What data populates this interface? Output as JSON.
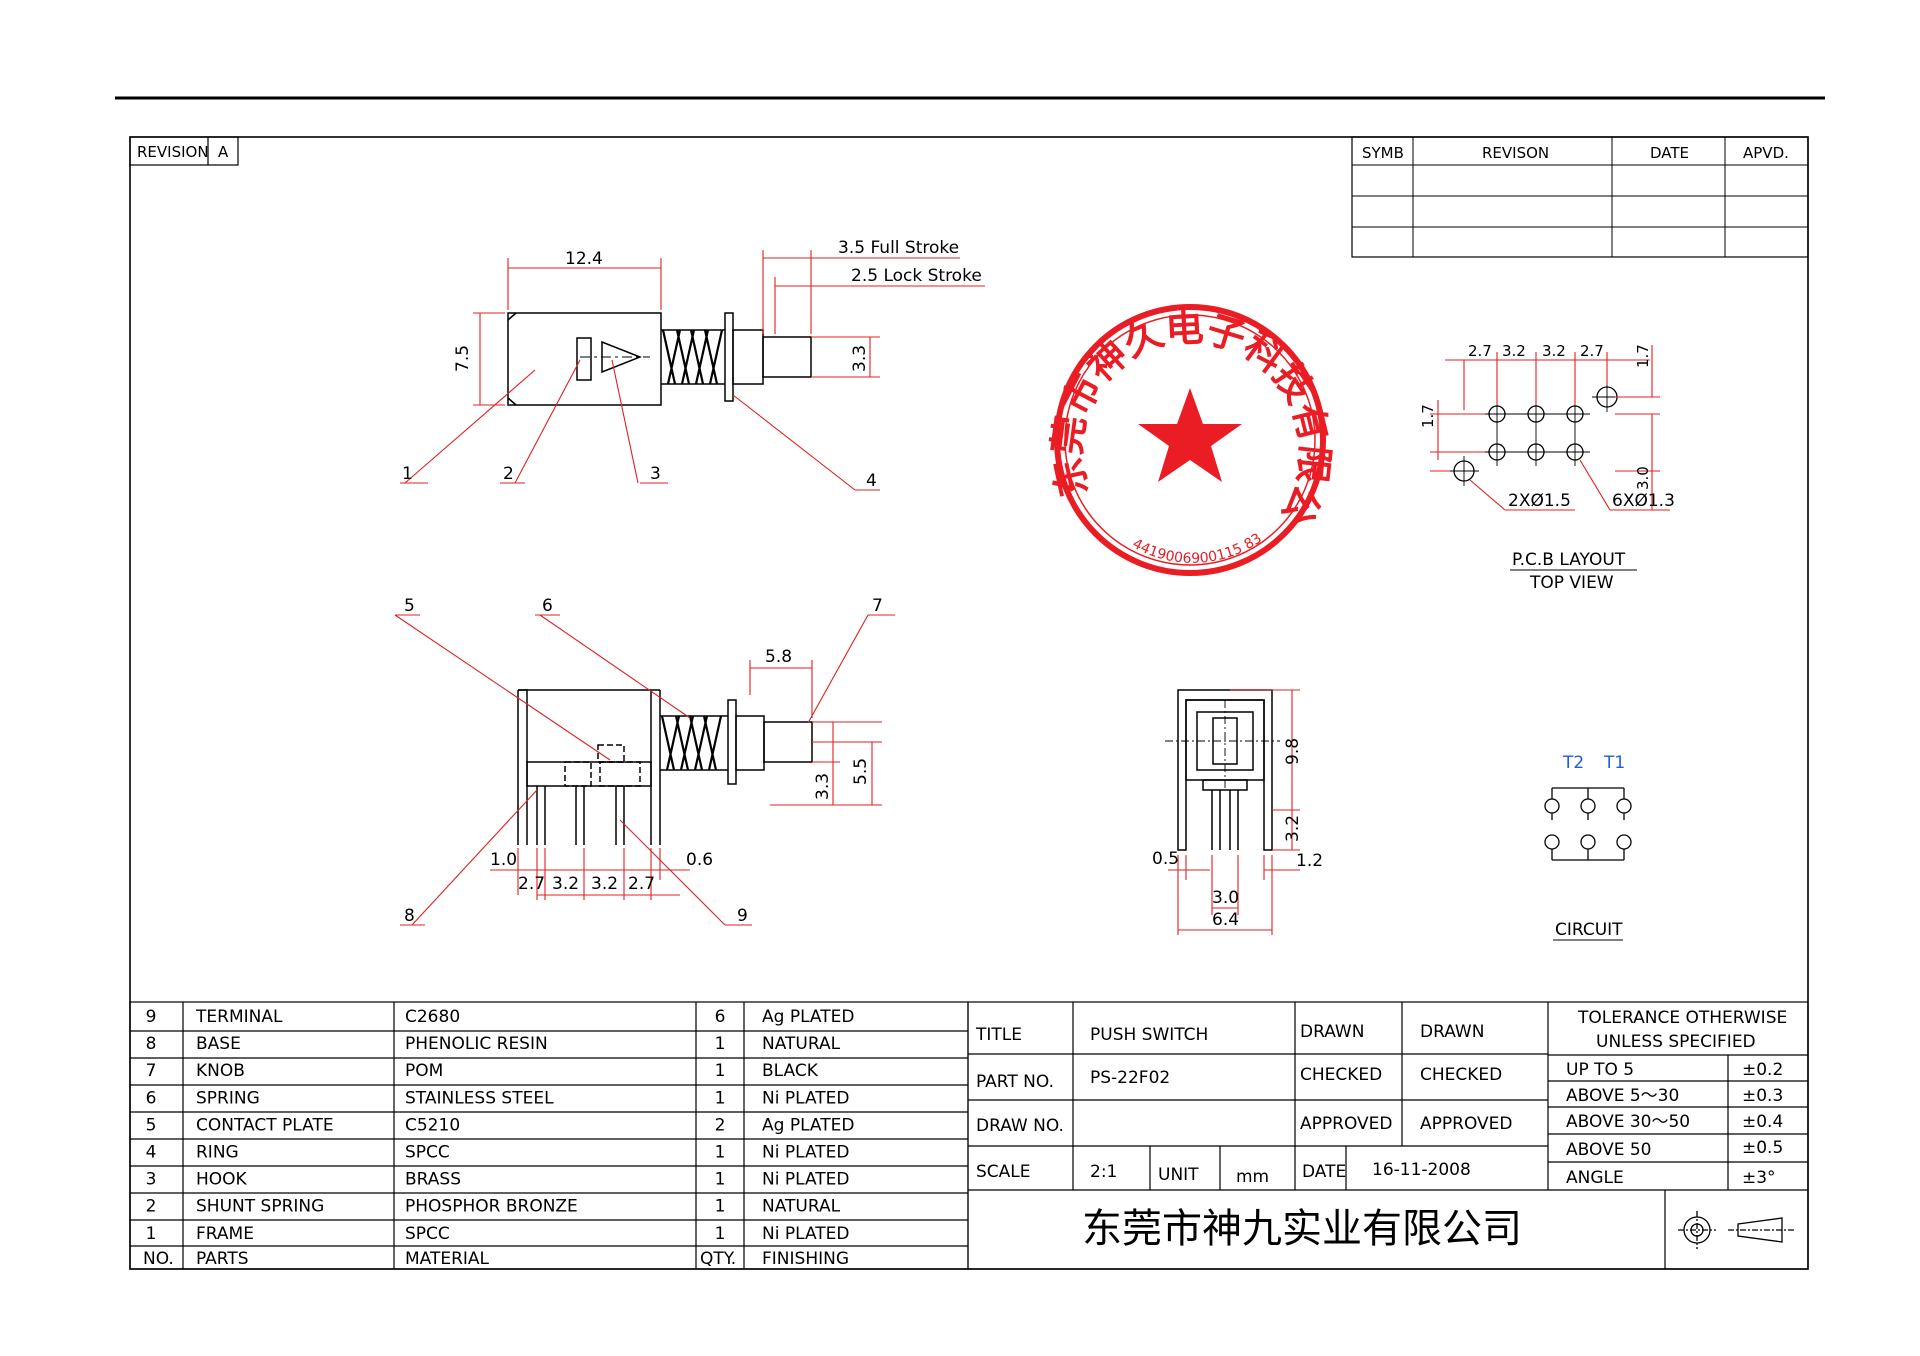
{
  "revision": {
    "label": "REVISION",
    "value": "A"
  },
  "rev_table": {
    "headers": [
      "SYMB",
      "REVISON",
      "DATE",
      "APVD."
    ]
  },
  "dims": {
    "top_12_4": "12.4",
    "full_stroke": "3.5 Full Stroke",
    "lock_stroke": "2.5 Lock Stroke",
    "h_7_5": "7.5",
    "h_3_3": "3.3",
    "w_5_8": "5.8",
    "v_3_3": "3.3",
    "v_5_5": "5.5",
    "d_1_0": "1.0",
    "d_0_6": "0.6",
    "d_2_7a": "2.7",
    "d_3_2a": "3.2",
    "d_3_2b": "3.2",
    "d_2_7b": "2.7",
    "s_9_8": "9.8",
    "s_3_2": "3.2",
    "s_0_5": "0.5",
    "s_1_2": "1.2",
    "s_3_0": "3.0",
    "s_6_4": "6.4",
    "p_2_7a": "2.7",
    "p_3_2a": "3.2",
    "p_3_2b": "3.2",
    "p_2_7b": "2.7",
    "p_1_7r": "1.7",
    "p_1_7l": "1.7",
    "p_3_0": "3.0",
    "p_hole1": "2XØ1.5",
    "p_hole2": "6XØ1.3"
  },
  "callouts": [
    "1",
    "2",
    "3",
    "4",
    "5",
    "6",
    "7",
    "8",
    "9"
  ],
  "pcb": {
    "title": "P.C.B LAYOUT",
    "subtitle": "TOP VIEW"
  },
  "circuit": {
    "label": "CIRCUIT",
    "t2": "T2",
    "t1": "T1"
  },
  "stamp": {
    "text": "东莞市神久电子科技有限公司",
    "number": "4419006900115 83"
  },
  "bom": {
    "rows": [
      {
        "no": "9",
        "part": "TERMINAL",
        "material": "C2680",
        "qty": "6",
        "finish": "Ag PLATED"
      },
      {
        "no": "8",
        "part": "BASE",
        "material": "PHENOLIC RESIN",
        "qty": "1",
        "finish": "NATURAL"
      },
      {
        "no": "7",
        "part": "KNOB",
        "material": "POM",
        "qty": "1",
        "finish": "BLACK"
      },
      {
        "no": "6",
        "part": "SPRING",
        "material": "STAINLESS STEEL",
        "qty": "1",
        "finish": "Ni PLATED"
      },
      {
        "no": "5",
        "part": "CONTACT PLATE",
        "material": "C5210",
        "qty": "2",
        "finish": "Ag PLATED"
      },
      {
        "no": "4",
        "part": "RING",
        "material": "SPCC",
        "qty": "1",
        "finish": "Ni PLATED"
      },
      {
        "no": "3",
        "part": "HOOK",
        "material": "BRASS",
        "qty": "1",
        "finish": "Ni PLATED"
      },
      {
        "no": "2",
        "part": "SHUNT SPRING",
        "material": "PHOSPHOR BRONZE",
        "qty": "1",
        "finish": "NATURAL"
      },
      {
        "no": "1",
        "part": "FRAME",
        "material": "SPCC",
        "qty": "1",
        "finish": "Ni PLATED"
      }
    ],
    "header": {
      "no": "NO.",
      "part": "PARTS",
      "material": "MATERIAL",
      "qty": "QTY.",
      "finish": "FINISHING"
    }
  },
  "title_block": {
    "title_label": "TITLE",
    "title_value": "PUSH SWITCH",
    "part_label": "PART NO.",
    "part_value": "PS-22F02",
    "draw_label": "DRAW NO.",
    "draw_value": "",
    "scale_label": "SCALE",
    "scale_value": "2:1",
    "unit_label": "UNIT",
    "unit_value": "mm",
    "date_label": "DATE",
    "date_value": "16-11-2008",
    "drawn_label": "DRAWN",
    "drawn_value": "DRAWN",
    "checked_label": "CHECKED",
    "checked_value": "CHECKED",
    "approved_label": "APPROVED",
    "approved_value": "APPROVED",
    "company": "东莞市神九实业有限公司"
  },
  "tolerance": {
    "title1": "TOLERANCE OTHERWISE",
    "title2": "UNLESS SPECIFIED",
    "rows": [
      {
        "range": "UP TO 5",
        "value": "±0.2"
      },
      {
        "range": "ABOVE 5～30",
        "value": "±0.3"
      },
      {
        "range": "ABOVE 30～50",
        "value": "±0.4"
      },
      {
        "range": "ABOVE 50",
        "value": "±0.5"
      },
      {
        "range": "ANGLE",
        "value": "±3°"
      }
    ]
  },
  "colors": {
    "line": "#000000",
    "leader": "#e02020",
    "stamp": "#ea1c24",
    "circuit_label": "#1f5fd6"
  }
}
